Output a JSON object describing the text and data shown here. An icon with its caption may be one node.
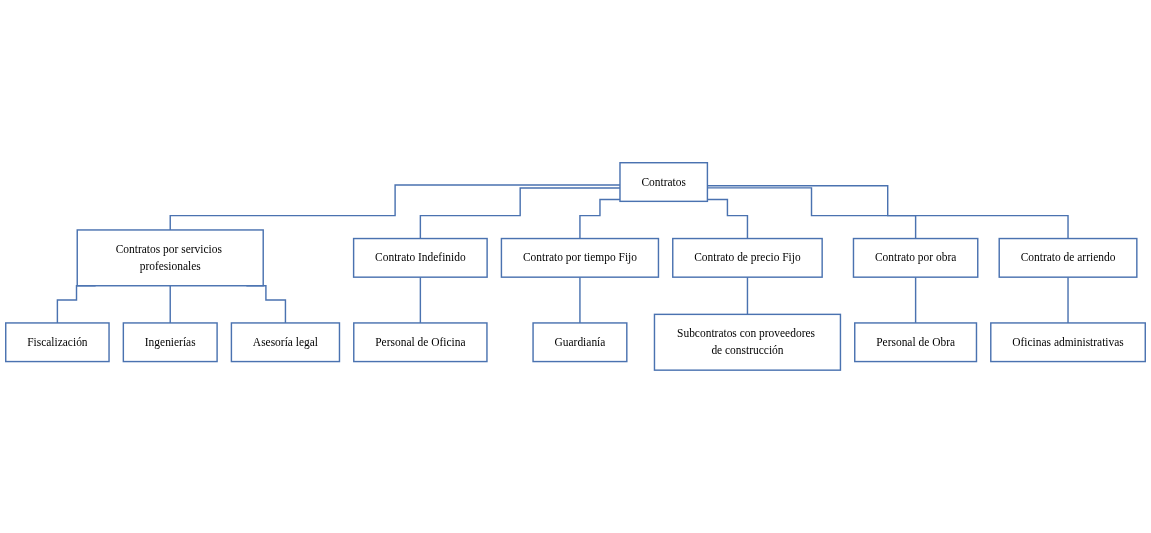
{
  "diagram": {
    "nodes": [
      {
        "text": [
          "Contratos"
        ]
      },
      {
        "text": [
          "Contratos por servicios profesionales"
        ]
      },
      {
        "text": [
          "Contrato Indefinido"
        ]
      },
      {
        "text": [
          "Contrato por tiempo Fijo"
        ]
      },
      {
        "text": [
          "Contrato de precio Fijo"
        ]
      },
      {
        "text": [
          "Contrato por obra"
        ]
      },
      {
        "text": [
          "Contrato de arriendo"
        ]
      },
      {
        "text": [
          "Fiscalización"
        ]
      },
      {
        "text": [
          "Ingenierías"
        ]
      },
      {
        "text": [
          "Asesoría legal"
        ]
      },
      {
        "text": [
          "Personal de Oficina"
        ]
      },
      {
        "text": [
          "Guardianía"
        ]
      },
      {
        "text": [
          "Subcontratos con proveedores de construcción"
        ]
      },
      {
        "text": [
          "Personal de Obra"
        ]
      },
      {
        "text": [
          "Oficinas administrativas"
        ]
      }
    ],
    "edges": [
      {
        "from": 0,
        "to": 1,
        "arrow": "none"
      },
      {
        "from": 0,
        "to": 2,
        "arrow": "none"
      },
      {
        "from": 0,
        "to": 3,
        "arrow": "none"
      },
      {
        "from": 0,
        "to": 4,
        "arrow": "none"
      },
      {
        "from": 0,
        "to": 5,
        "arrow": "none"
      },
      {
        "from": 0,
        "to": 6,
        "arrow": "none"
      },
      {
        "from": 1,
        "to": 7,
        "arrow": "none"
      },
      {
        "from": 1,
        "to": 8,
        "arrow": "none"
      },
      {
        "from": 1,
        "to": 9,
        "arrow": "none"
      },
      {
        "from": 2,
        "to": 10,
        "arrow": "none"
      },
      {
        "from": 3,
        "to": 11,
        "arrow": "none"
      },
      {
        "from": 4,
        "to": 12,
        "arrow": "none"
      },
      {
        "from": 5,
        "to": 13,
        "arrow": "none"
      },
      {
        "from": 6,
        "to": 14,
        "arrow": "none"
      }
    ]
  }
}
